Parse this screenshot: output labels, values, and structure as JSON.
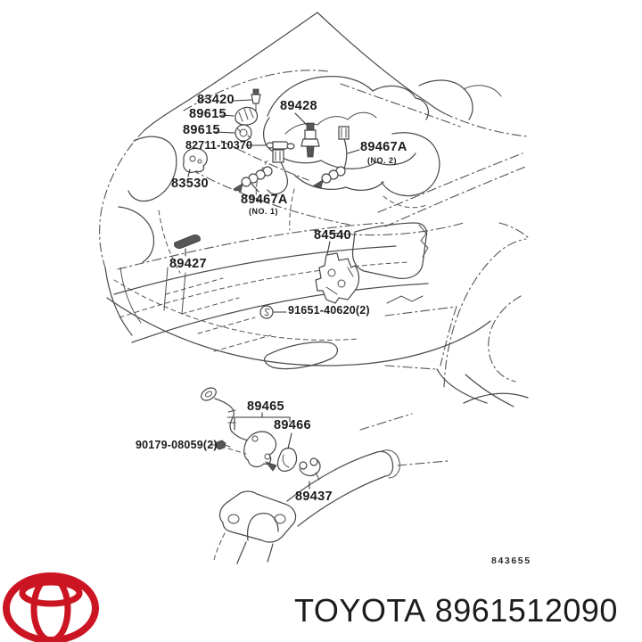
{
  "diagram": {
    "drawing_number": "843655",
    "part_labels": {
      "p83420": "83420",
      "p89428": "89428",
      "p89615_upper": "89615",
      "p89615_lower": "89615",
      "p82711": "82711-10370",
      "p83530": "83530",
      "p89467a_no2": "89467A",
      "p89467a_no2_sub": "(NO. 2)",
      "p89467a_no1": "89467A",
      "p89467a_no1_sub": "(NO. 1)",
      "p84540": "84540",
      "p89427": "89427",
      "p91651": "91651-40620(2)",
      "p89465": "89465",
      "p89466": "89466",
      "p90179": "90179-08059(2)",
      "p89437": "89437"
    },
    "colors": {
      "line": "#4d4d4d",
      "label_text": "#1b1b1b",
      "logo_red": "#cc1522",
      "footer_text": "#1c1c1c"
    }
  },
  "footer": {
    "brand": "TOYOTA",
    "part_number": "8961512090"
  }
}
